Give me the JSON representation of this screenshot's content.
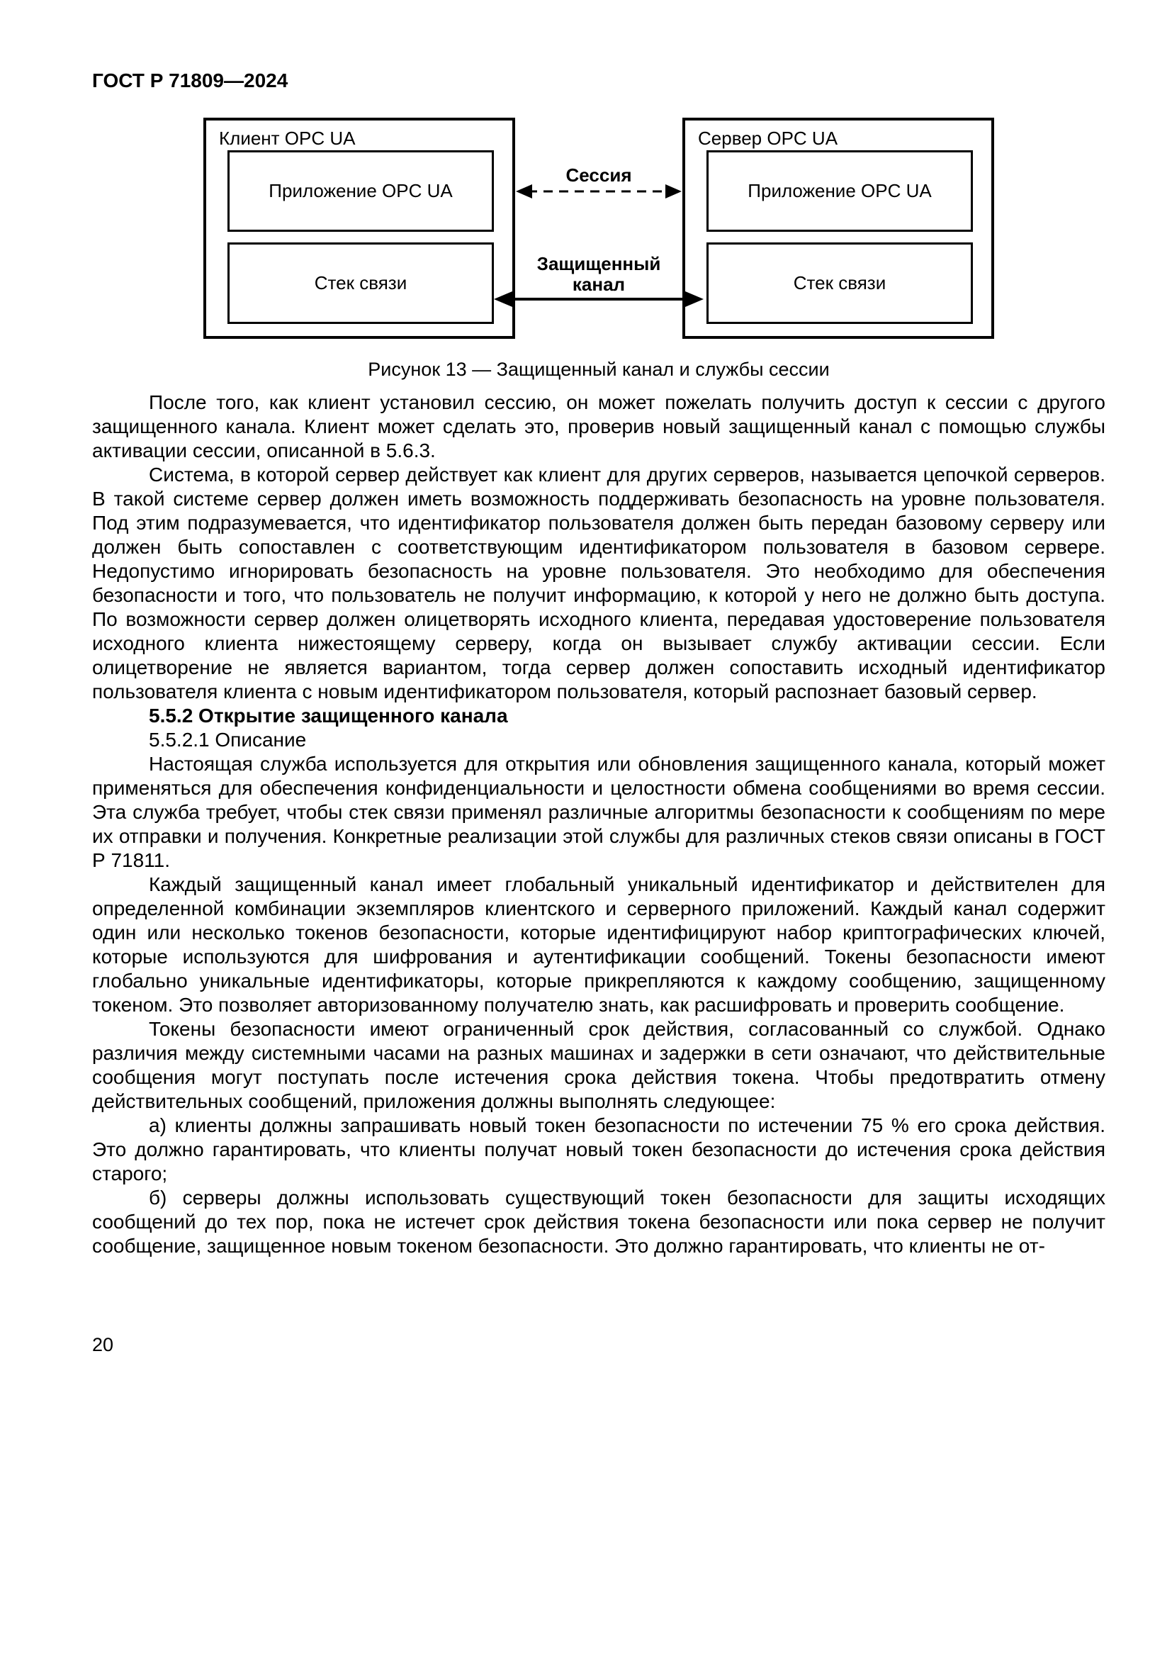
{
  "page": {
    "header": "ГОСТ Р 71809—2024",
    "number": "20"
  },
  "figure": {
    "client": {
      "title": "Клиент OPC UA",
      "app_label": "Приложение OPC UA",
      "stack_label": "Стек связи"
    },
    "server": {
      "title": "Сервер OPC UA",
      "app_label": "Приложение OPC UA",
      "stack_label": "Стек связи"
    },
    "session_arrow_label": "Сессия",
    "channel_arrow_label_line1": "Защищенный",
    "channel_arrow_label_line2": "канал",
    "caption": "Рисунок 13 — Защищенный канал и службы сессии"
  },
  "body": {
    "p1": "После того, как клиент установил сессию, он может пожелать получить доступ к сессии с другого защищенного канала. Клиент может сделать это, проверив новый защищенный канал с помощью службы активации сессии, описанной в 5.6.3.",
    "p2": "Система, в которой сервер действует как клиент для других серверов, называется цепочкой серверов. В такой системе сервер должен иметь возможность поддерживать безопасность на уровне пользователя. Под этим подразумевается, что идентификатор пользователя должен быть передан базовому серверу или должен быть сопоставлен с соответствующим идентификатором пользователя в базовом сервере. Недопустимо игнорировать безопасность на уровне пользователя. Это необходимо для обеспечения безопасности и того, что пользователь не получит информацию, к которой у него не должно быть доступа. По возможности сервер должен олицетворять исходного клиента, передавая удостоверение пользователя исходного клиента нижестоящему серверу, когда он вызывает службу активации сессии. Если олицетворение не является вариантом, тогда сервер должен сопоставить исходный идентификатор пользователя клиента с новым идентификатором пользователя, который распознает базовый сервер.",
    "h552": "5.5.2 Открытие защищенного канала",
    "h5521": "5.5.2.1 Описание",
    "p3": "Настоящая служба используется для открытия или обновления защищенного канала, который может применяться для обеспечения конфиденциальности и целостности обмена сообщениями во время сессии. Эта служба требует, чтобы стек связи применял различные алгоритмы безопасности к сообщениям по мере их отправки и получения. Конкретные реализации этой службы для различных стеков связи описаны в ГОСТ Р 71811.",
    "p4": "Каждый защищенный канал имеет глобальный уникальный идентификатор и действителен для определенной комбинации экземпляров клиентского и серверного приложений. Каждый канал содержит один или несколько токенов безопасности, которые идентифицируют набор криптографических ключей, которые используются для шифрования и аутентификации сообщений. Токены безопасности имеют глобально уникальные идентификаторы, которые прикрепляются к каждому сообщению, защищенному токеном. Это позволяет авторизованному получателю знать, как расшифровать и проверить сообщение.",
    "p5": "Токены безопасности имеют ограниченный срок действия, согласованный со службой. Однако различия между системными часами на разных машинах и задержки в сети означают, что действительные сообщения могут поступать после истечения срока действия токена. Чтобы предотвратить отмену действительных сообщений, приложения должны выполнять следующее:",
    "item_a": "а) клиенты должны запрашивать новый токен безопасности по истечении 75 % его срока действия. Это должно гарантировать, что клиенты получат новый токен безопасности до истечения срока действия старого;",
    "item_b": "б) серверы должны использовать существующий токен безопасности для защиты исходящих сообщений до тех пор, пока не истечет срок действия токена безопасности или пока сервер не получит сообщение, защищенное новым токеном безопасности. Это должно гарантировать, что клиенты не от-"
  }
}
